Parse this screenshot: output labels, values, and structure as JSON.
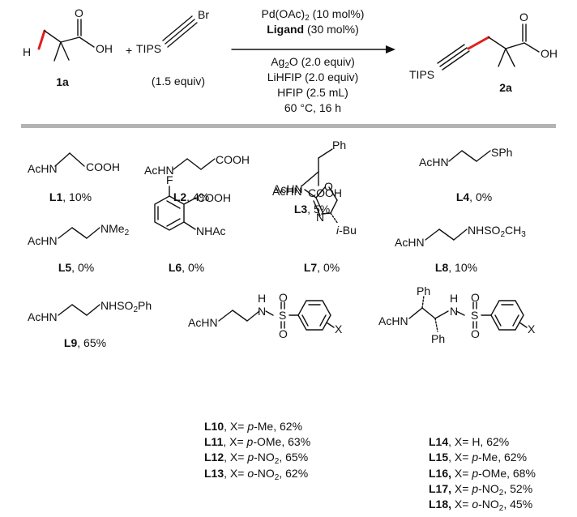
{
  "reaction": {
    "sm_label": "1a",
    "sm_h": "H",
    "sm_o": "O",
    "sm_oh": "OH",
    "plus": "+",
    "reagent_br": "Br",
    "reagent_tips": "TIPS",
    "reagent_equiv": "(1.5 equiv)",
    "cond_catalyst": "Pd(OAc)",
    "cond_catalyst_sub": "2",
    "cond_catalyst_tail": " (10 mol%)",
    "cond_ligand_bold": "Ligand",
    "cond_ligand_tail": " (30 mol%)",
    "cond_oxidant": "Ag",
    "cond_oxidant_sub": "2",
    "cond_oxidant_tail": "O (2.0 equiv)",
    "cond_additive": "LiHFIP (2.0 equiv)",
    "cond_solvent": "HFIP (2.5 mL)",
    "cond_temp": "60 °C, 16 h",
    "product_tips": "TIPS",
    "product_o": "O",
    "product_oh": "OH",
    "product_label": "2a"
  },
  "ligands": {
    "L1": {
      "label": "L1",
      "yield": ", 10%",
      "g1": "AcHN",
      "g2": "COOH"
    },
    "L2": {
      "label": "L2",
      "yield": ", 4%",
      "g1": "AcHN",
      "g2": "COOH"
    },
    "L3": {
      "label": "L3",
      "yield": ", 5%",
      "g1": "AcHN",
      "g2": "COOH",
      "g3": "Ph"
    },
    "L4": {
      "label": "L4",
      "yield": ", 0%",
      "g1": "AcHN",
      "g2": "SPh"
    },
    "L5": {
      "label": "L5",
      "yield": ", 0%",
      "g1": "AcHN",
      "g2": "NMe",
      "g2_sub": "2"
    },
    "L6": {
      "label": "L6",
      "yield": ", 0%",
      "g1": "F",
      "g2": "COOH",
      "g3": "NHAc"
    },
    "L7": {
      "label": "L7",
      "yield": ", 0%",
      "g1": "AcHN",
      "g2": "O",
      "g3": "N",
      "g4_i": "i",
      "g4": "-Bu"
    },
    "L8": {
      "label": "L8",
      "yield": ", 10%",
      "g1": "AcHN",
      "g2": "NHSO",
      "g2_sub": "2",
      "g2_tail": "CH",
      "g2_sub2": "3"
    },
    "L9": {
      "label": "L9",
      "yield": ", 65%",
      "g1": "AcHN",
      "g2": "NHSO",
      "g2_sub": "2",
      "g2_tail": "Ph"
    },
    "L10_13": {
      "g1": "AcHN",
      "h": "H",
      "n": "N",
      "s": "S",
      "o": "O",
      "x": "X"
    },
    "L14_18": {
      "g1": "AcHN",
      "ph": "Ph",
      "h": "H",
      "n": "N",
      "s": "S",
      "o": "O",
      "x": "X"
    },
    "series1": [
      {
        "label": "L10",
        "pre": ", X= ",
        "it": "p",
        "post": "-Me, 62%"
      },
      {
        "label": "L11",
        "pre": ", X= ",
        "it": "p",
        "post": "-OMe, 63%"
      },
      {
        "label": "L12",
        "pre": ", X= ",
        "it": "p",
        "post": "-NO",
        "sub": "2",
        "tail": ", 65%"
      },
      {
        "label": "L13",
        "pre": ", X= ",
        "it": "o",
        "post": "-NO",
        "sub": "2",
        "tail": ", 62%"
      }
    ],
    "series2": [
      {
        "label": "L14",
        "pre": ", X= ",
        "it": "",
        "post": "H, 62%"
      },
      {
        "label": "L15",
        "pre": ", X= ",
        "it": "p",
        "post": "-Me, 62%"
      },
      {
        "label": "L16,",
        "pre": " X= ",
        "it": "p",
        "post": "-OMe, 68%"
      },
      {
        "label": "L17,",
        "pre": " X= ",
        "it": "p",
        "post": "-NO",
        "sub": "2",
        "tail": ", 52%"
      },
      {
        "label": "L18,",
        "pre": " X= ",
        "it": "o",
        "post": "-NO",
        "sub": "2",
        "tail": ", 45%"
      }
    ]
  }
}
